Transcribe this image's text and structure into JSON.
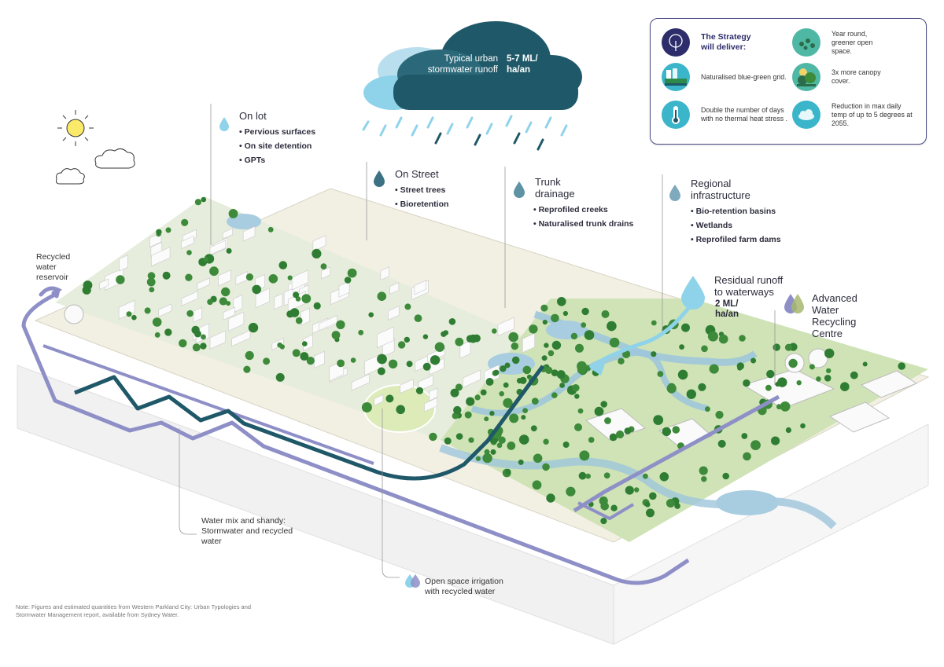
{
  "cloud": {
    "label": "Typical urban stormwater runoff",
    "value": "5-7 ML/ ha/an"
  },
  "callouts": {
    "on_lot": {
      "title": "On lot",
      "items": [
        "Pervious surfaces",
        "On site detention",
        "GPTs"
      ]
    },
    "on_street": {
      "title": "On Street",
      "items": [
        "Street trees",
        "Bioretention"
      ]
    },
    "trunk": {
      "title": "Trunk drainage",
      "items": [
        "Reprofiled creeks",
        "Naturalised trunk drains"
      ]
    },
    "regional": {
      "title": "Regional infrastructure",
      "items": [
        "Bio-retention basins",
        "Wetlands",
        "Reprofiled farm dams"
      ]
    }
  },
  "residual": {
    "label": "Residual runoff to waterways",
    "value": "2 ML/ ha/an"
  },
  "awrc": {
    "label": "Advanced Water Recycling Centre"
  },
  "reservoir": {
    "label": "Recycled water reservoir"
  },
  "water_mix": {
    "label": "Water mix and shandy: Stormwater and recycled water"
  },
  "irrigation": {
    "label": "Open space irrigation with recycled water"
  },
  "strategy": {
    "title": "The Strategy will deliver:",
    "items": [
      {
        "icon": "tree-icon",
        "text": ""
      },
      {
        "icon": "open-space-icon",
        "text": "Year round, greener open space."
      },
      {
        "icon": "blue-green-grid-icon",
        "text": "Naturalised blue-green grid."
      },
      {
        "icon": "canopy-icon",
        "text": "3x more canopy cover."
      },
      {
        "icon": "thermometer-icon",
        "text": "Double the number of days with no thermal heat stress ."
      },
      {
        "icon": "cloud-temp-icon",
        "text": "Reduction in max daily temp of up to 5 degrees at 2055."
      }
    ]
  },
  "note": "Note: Figures and estimated quantities from Western Parkland City: Urban Typologies and Stormwater Management report, available from Sydney Water.",
  "colors": {
    "dark_teal": "#1f5868",
    "light_blue": "#8fd3ea",
    "lavender": "#8f8fc8",
    "navy": "#2d2d6b",
    "green": "#3d8a3a",
    "ground": "#e9f0df"
  }
}
